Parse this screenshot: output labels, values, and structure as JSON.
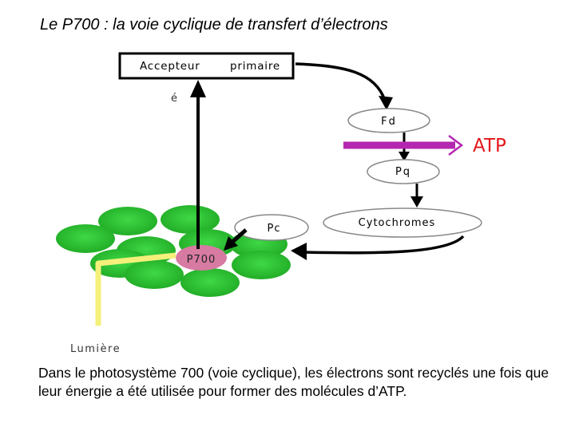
{
  "title": "Le P700 : la voie cyclique de transfert d’électrons",
  "diagram": {
    "acceptor_label": "Accepteur",
    "acceptor_label2": "primaire",
    "electron_label": "é",
    "fd_label": "Fd",
    "atp_label": "ATP",
    "pq_label": "Pq",
    "cytochromes_label": "Cytochromes",
    "pc_label": "Pc",
    "p700_label": "P700",
    "light_label": "Lumière",
    "colors": {
      "antenna_green": "#22b829",
      "p700_pink": "#d77ba2",
      "atp_magenta": "#b427b0",
      "atp_text": "#e2161c",
      "light_yellow": "#f4f07a"
    }
  },
  "caption": "Dans le photosystème 700 (voie cyclique), les électrons sont recyclés une fois que leur énergie a été utilisée pour former des molécules d’ATP."
}
